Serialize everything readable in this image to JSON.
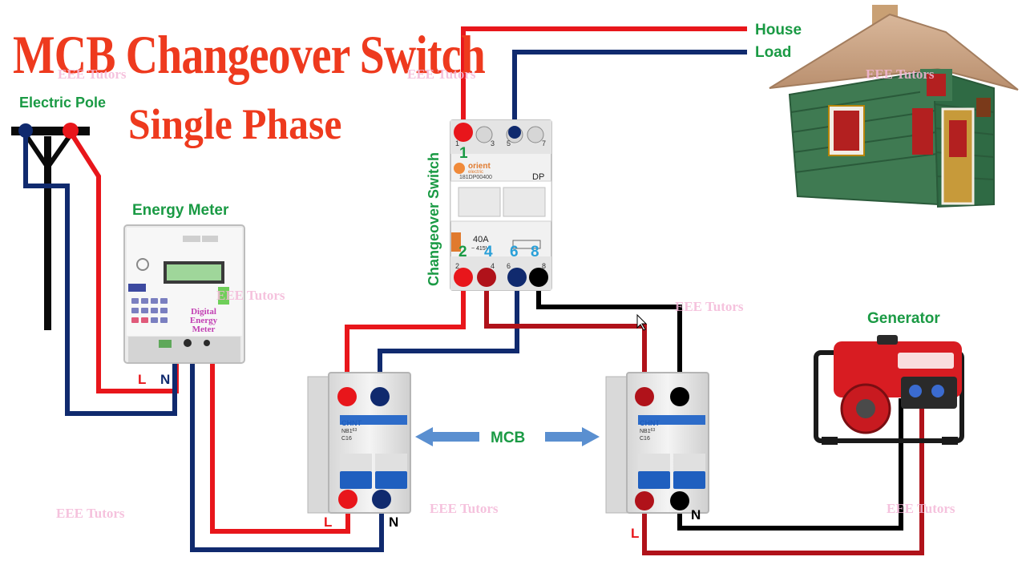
{
  "title": "MCB Changeover Switch",
  "subtitle": "Single Phase",
  "labels": {
    "electric_pole": "Electric Pole",
    "energy_meter": "Energy Meter",
    "house": "House",
    "load": "Load",
    "changeover_switch": "Changeover Switch",
    "generator": "Generator",
    "mcb": "MCB"
  },
  "meter": {
    "digital_text_1": "Digital",
    "digital_text_2": "Energy",
    "digital_text_3": "Meter"
  },
  "switch": {
    "brand": "orient",
    "brand_sub": "electric",
    "model": "181DP00400",
    "type": "DP",
    "rating": "40A",
    "voltage": "~ 415V",
    "top_terminals": [
      "1",
      "3",
      "5",
      "7"
    ],
    "bottom_terminals": [
      "2",
      "4",
      "6",
      "8"
    ],
    "top_highlight": "1",
    "bottom_highlights": [
      "2",
      "4",
      "6",
      "8"
    ]
  },
  "mcb": {
    "brand": "CHNT",
    "model": "NB1",
    "model_sub": "-63",
    "rating": "C16"
  },
  "terminal_labels": {
    "meter_L": "L",
    "meter_N": "N",
    "mcb1_L": "L",
    "mcb1_N": "N",
    "mcb2_L": "L",
    "mcb2_N": "N"
  },
  "watermark": "EEE Tutors",
  "colors": {
    "title": "#ee3a1e",
    "label_green": "#1a9a44",
    "live_red": "#e8161b",
    "neutral_navy": "#102a6e",
    "gen_black": "#000000",
    "gen_dark_red": "#b0121a",
    "arrow_blue": "#5a8fd0",
    "watermark": "#f4b8d8"
  }
}
